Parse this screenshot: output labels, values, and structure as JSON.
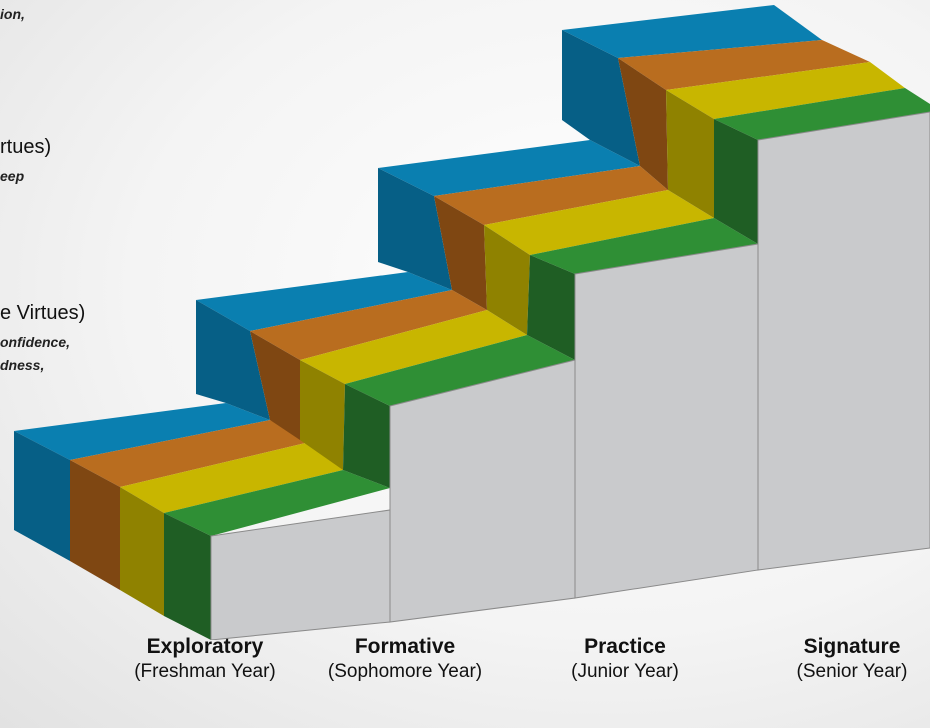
{
  "left_text": {
    "line1_italic": "ion,",
    "line2_heading": "rtues)",
    "line3_italic": "eep",
    "line4_heading": "e Virtues)",
    "line5_italic": "onfidence,",
    "line6_italic": "dness,"
  },
  "stages": [
    {
      "name": "Exploratory",
      "year": "(Freshman Year)"
    },
    {
      "name": "Formative",
      "year": "(Sophomore Year)"
    },
    {
      "name": "Practice",
      "year": "(Junior Year)"
    },
    {
      "name": "Signature",
      "year": "(Senior Year)"
    }
  ],
  "colors": {
    "blue": "#0a7fb0",
    "orange": "#b96d1f",
    "yellow": "#c8b600",
    "green": "#2f8f35",
    "gray": "#c9cacc"
  }
}
